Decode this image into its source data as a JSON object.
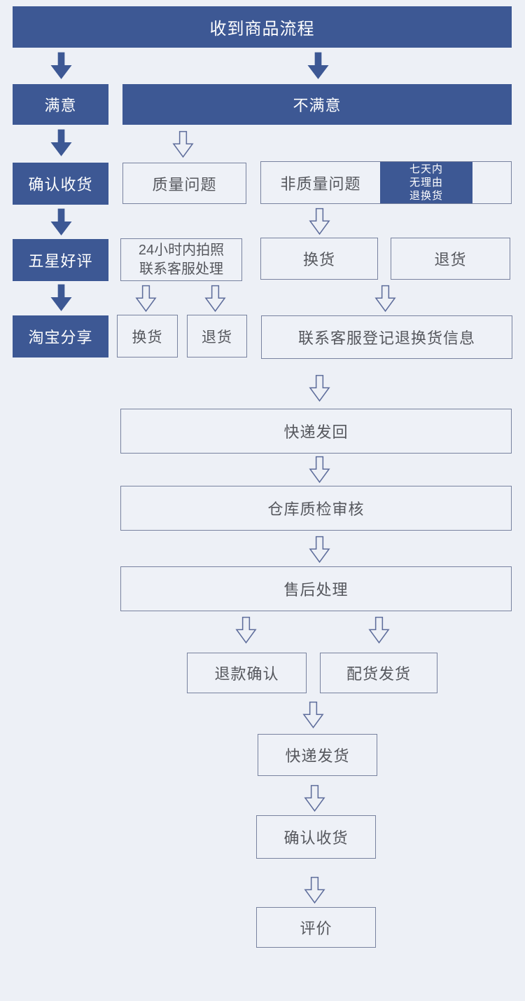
{
  "colors": {
    "background": "#edf0f6",
    "node_fill_dark": "#3d5894",
    "node_text_dark": "#ffffff",
    "outline_border": "#78829f",
    "outline_text": "#55575d",
    "arrow_solid": "#3d5894",
    "arrow_outline": "#5e6d9b"
  },
  "title": {
    "label": "收到商品流程"
  },
  "left_branch": {
    "satisfied": "满意",
    "confirm_receipt": "确认收货",
    "five_star_review": "五星好评",
    "taobao_share": "淘宝分享"
  },
  "right_branch": {
    "unsatisfied": "不满意",
    "quality_issue": "质量问题",
    "photo_within_24h": "24小时内拍照\n联系客服处理",
    "quality_exchange": "换货",
    "quality_return": "退货",
    "non_quality_issue": "非质量问题",
    "seven_day_policy": "七天内\n无理由\n退换货",
    "non_quality_exchange": "换货",
    "non_quality_return": "退货",
    "contact_service": "联系客服登记退换货信息"
  },
  "process": {
    "ship_back": "快递发回",
    "warehouse_inspection": "仓库质检审核",
    "after_sale_handling": "售后处理",
    "refund_confirm": "退款确认",
    "dispatch_goods": "配货发货",
    "express_delivery": "快递发货",
    "confirm_receipt": "确认收货",
    "review": "评价"
  }
}
